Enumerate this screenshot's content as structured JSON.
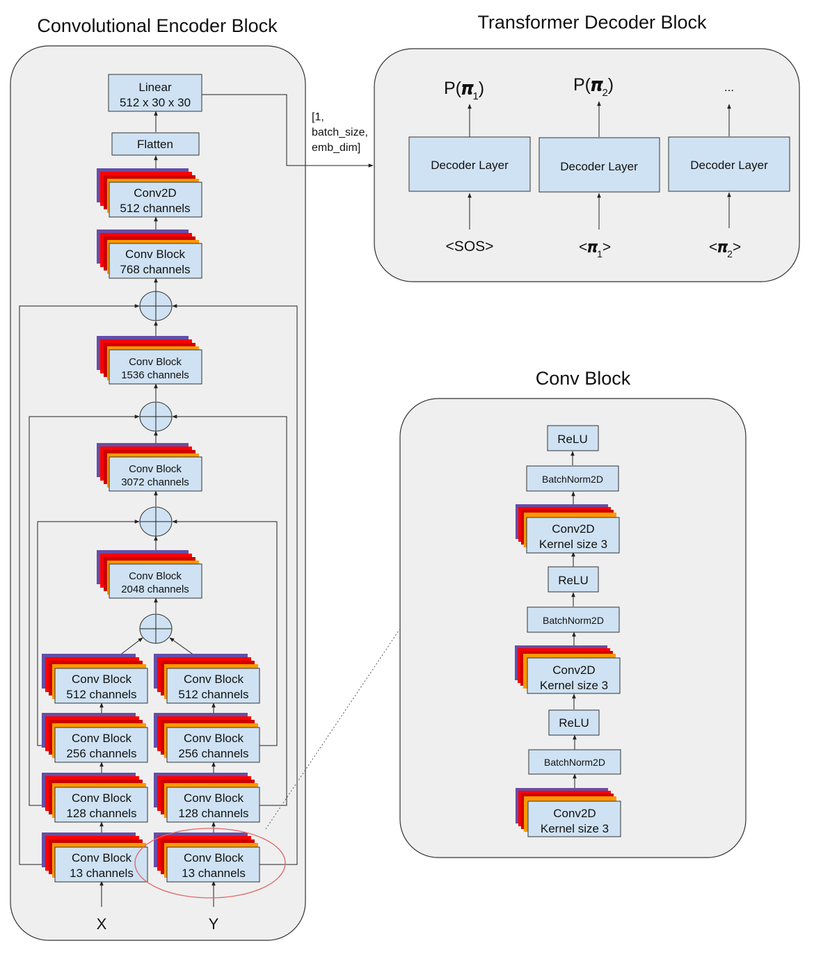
{
  "titles": {
    "encoder": "Convolutional Encoder Block",
    "decoder": "Transformer Decoder Block",
    "conv_block": "Conv Block"
  },
  "encoder": {
    "linear": [
      "Linear",
      "512 x 30 x 30"
    ],
    "flatten": "Flatten",
    "conv2d": [
      "Conv2D",
      "512 channels"
    ],
    "block768": [
      "Conv Block",
      "768 channels"
    ],
    "block1536": [
      "Conv Block",
      "1536 channels"
    ],
    "block3072": [
      "Conv Block",
      "3072 channels"
    ],
    "block2048": [
      "Conv Block",
      "2048 channels"
    ],
    "left_column": [
      [
        "Conv Block",
        "512 channels"
      ],
      [
        "Conv Block",
        "256 channels"
      ],
      [
        "Conv Block",
        "128 channels"
      ],
      [
        "Conv Block",
        "13 channels"
      ]
    ],
    "right_column": [
      [
        "Conv Block",
        "512 channels"
      ],
      [
        "Conv Block",
        "256 channels"
      ],
      [
        "Conv Block",
        "128 channels"
      ],
      [
        "Conv Block",
        "13 channels"
      ]
    ],
    "input_x": "X",
    "input_y": "Y"
  },
  "memory_label": [
    "[1,",
    "batch_size,",
    "emb_dim]"
  ],
  "decoder": {
    "layers": [
      {
        "label": "Decoder Layer",
        "output": "P(",
        "output_sym": "𝝅",
        "output_sub": "1",
        "output_close": ")",
        "input": "<SOS>"
      },
      {
        "label": "Decoder Layer",
        "output": "P(",
        "output_sym": "𝝅",
        "output_sub": "2",
        "output_close": ")",
        "input_open": "<",
        "input_sym": "𝝅",
        "input_sub": "1",
        "input_close": ">"
      },
      {
        "label": "Decoder Layer",
        "output": "...",
        "input_open": "<",
        "input_sym": "𝝅",
        "input_sub": "2",
        "input_close": ">"
      }
    ]
  },
  "conv_block_detail": [
    "ReLU",
    "BatchNorm2D",
    [
      "Conv2D",
      "Kernel size 3"
    ],
    "ReLU",
    "BatchNorm2D",
    [
      "Conv2D",
      "Kernel size 3"
    ],
    "ReLU",
    "BatchNorm2D",
    [
      "Conv2D",
      "Kernel size 3"
    ]
  ],
  "colors": {
    "panel": "#efefef",
    "box": "#cfe2f3",
    "stack_purple": "#674ea7",
    "stack_red": "#ff0000",
    "stack_darkred": "#cc0000",
    "stack_orange": "#ff9900",
    "highlight": "#e06666"
  }
}
